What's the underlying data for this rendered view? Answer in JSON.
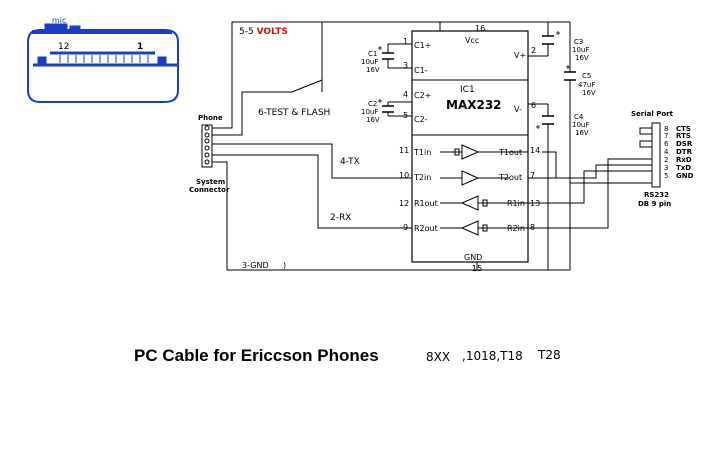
{
  "phone": {
    "mic_label": "mic",
    "pin_left": "12",
    "pin_right": "1"
  },
  "labels": {
    "volts_prefix": "5-5 ",
    "volts_word": "VOLTS",
    "test_flash": "6-TEST & FLASH",
    "phone": "Phone",
    "system_connector_line1": "System",
    "system_connector_line2": "Connector",
    "tx": "4-TX",
    "rx": "2-RX",
    "gnd_net": "3-GND",
    "gnd_mark": ")"
  },
  "ic": {
    "vcc": "Vcc",
    "ic_name": "IC1",
    "part": "MAX232",
    "gnd": "GND",
    "pins": {
      "p16": "16",
      "p1": "1",
      "p3": "3",
      "p4": "4",
      "p5": "5",
      "p2": "2",
      "p6": "6",
      "p11": "11",
      "p10": "10",
      "p12": "12",
      "p9": "9",
      "p14": "14",
      "p7": "7",
      "p13": "13",
      "p8": "8",
      "p15": "15"
    },
    "pin_names": {
      "c1p": "C1+",
      "c1m": "C1-",
      "c2p": "C2+",
      "c2m": "C2-",
      "vplus": "V+",
      "vminus": "V-",
      "t1in": "T1in",
      "t2in": "T2in",
      "r1out": "R1out",
      "r2out": "R2out",
      "t1out": "T1out",
      "t2out": "T2out",
      "r1in": "R1in",
      "r2in": "R2in"
    }
  },
  "caps": {
    "c1": [
      "C1",
      "10uF",
      "16V"
    ],
    "c2": [
      "C2",
      "10uF",
      "16V"
    ],
    "c3": [
      "C3",
      "10uF",
      "16V"
    ],
    "c5": [
      "C5",
      "47uF",
      "16V"
    ],
    "c4": [
      "C4",
      "10uF",
      "16V"
    ]
  },
  "serial": {
    "title": "Serial Port",
    "pins": [
      {
        "num": "8",
        "name": "CTS"
      },
      {
        "num": "7",
        "name": "RTS"
      },
      {
        "num": "6",
        "name": "DSR"
      },
      {
        "num": "4",
        "name": "DTR"
      },
      {
        "num": "2",
        "name": "RxD"
      },
      {
        "num": "3",
        "name": "TxD"
      },
      {
        "num": "5",
        "name": "GND"
      }
    ],
    "std_line1": "RS232",
    "std_line2": "DB 9 pin"
  },
  "caption": {
    "main": "PC Cable for Ericcson Phones",
    "models_a": "8XX",
    "models_b": ",1018,T18",
    "models_c": "T28"
  },
  "colors": {
    "phone_blue": "#1b3fc2",
    "volts_red": "#d01010",
    "ink": "#000000"
  }
}
